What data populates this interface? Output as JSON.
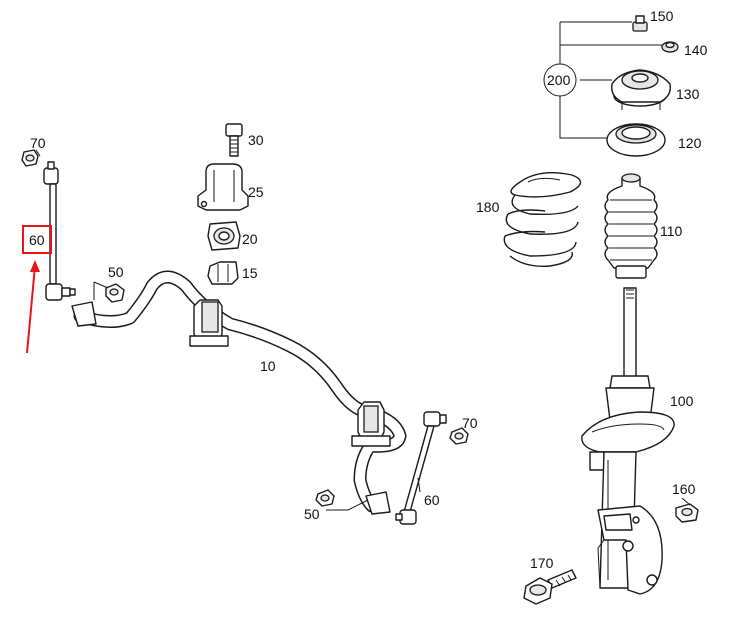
{
  "colors": {
    "highlight": "#e8141b",
    "ink": "#1a1a1a"
  },
  "labels": {
    "p150": "150",
    "p140": "140",
    "p200": "200",
    "p130": "130",
    "p120": "120",
    "p180": "180",
    "p110": "110",
    "p100": "100",
    "p160": "160",
    "p170": "170",
    "p70a": "70",
    "p60a": "60",
    "p50a": "50",
    "p30": "30",
    "p25": "25",
    "p20": "20",
    "p15": "15",
    "p10": "10",
    "p70b": "70",
    "p60b": "60",
    "p50b": "50"
  }
}
